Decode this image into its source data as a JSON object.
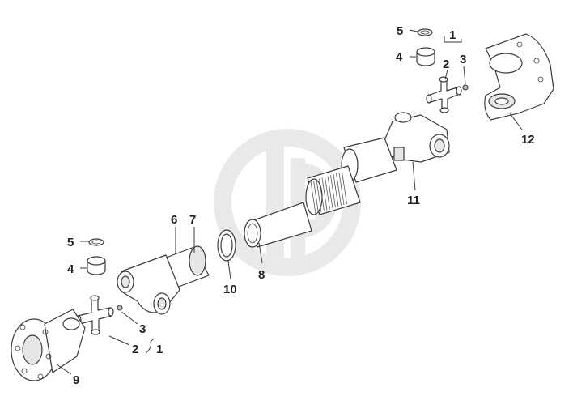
{
  "callouts": {
    "top_5": "5",
    "top_1": "1",
    "top_4": "4",
    "top_3": "3",
    "top_2": "2",
    "yoke_12": "12",
    "yoke_11": "11",
    "tube_8": "8",
    "ring_10": "10",
    "shaft_6": "6",
    "seal_7": "7",
    "bot_5": "5",
    "bot_4": "4",
    "bot_3": "3",
    "bot_2": "2",
    "bot_1": "1",
    "flange_9": "9"
  },
  "colors": {
    "line": "#3a3a3a",
    "watermark": "#e9e9e9",
    "background": "#ffffff"
  }
}
